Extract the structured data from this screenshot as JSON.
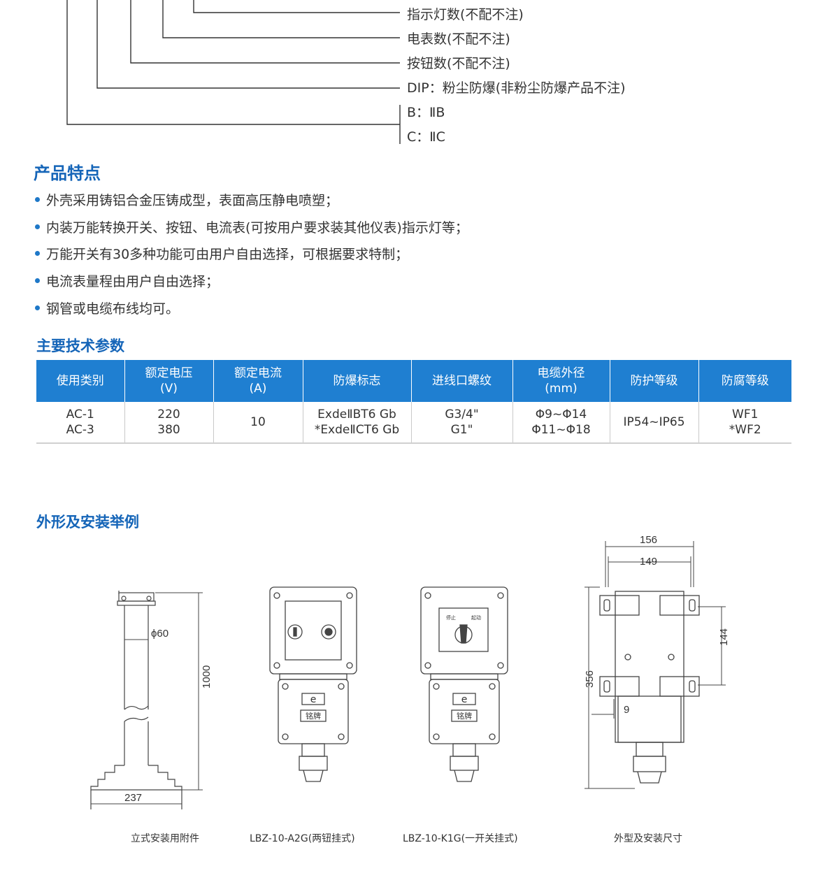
{
  "model_legend": {
    "labels": [
      "指示灯数(不配不注)",
      "电表数(不配不注)",
      "按钮数(不配不注)",
      "DIP：粉尘防爆(非粉尘防爆产品不注)",
      "B：ⅡB",
      "C：ⅡC"
    ]
  },
  "features": {
    "title": "产品特点",
    "items": [
      "外壳采用铸铝合金压铸成型，表面高压静电喷塑；",
      "内装万能转换开关、按钮、电流表(可按用户要求装其他仪表)指示灯等；",
      "万能开关有30多种功能可由用户自由选择，可根据要求特制；",
      "电流表量程由用户自由选择；",
      "钢管或电缆布线均可。"
    ]
  },
  "params": {
    "title": "主要技术参数",
    "headers": [
      [
        "使用类别",
        ""
      ],
      [
        "额定电压",
        "(V)"
      ],
      [
        "额定电流",
        "(A)"
      ],
      [
        "防爆标志",
        ""
      ],
      [
        "进线口螺纹",
        ""
      ],
      [
        "电缆外径",
        "(mm)"
      ],
      [
        "防护等级",
        ""
      ],
      [
        "防腐等级",
        ""
      ]
    ],
    "row": [
      [
        "AC-1",
        "AC-3"
      ],
      [
        "220",
        "380"
      ],
      [
        "10",
        ""
      ],
      [
        "ExdeⅡBT6 Gb",
        "*ExdeⅡCT6 Gb"
      ],
      [
        "G3/4\"",
        "G1\""
      ],
      [
        "Φ9~Φ14",
        "Φ11~Φ18"
      ],
      [
        "IP54~IP65",
        ""
      ],
      [
        "WF1",
        "*WF2"
      ]
    ]
  },
  "install": {
    "title": "外形及安装举例",
    "captions": [
      "立式安装用附件",
      "LBZ-10-A2G(两钮挂式)",
      "LBZ-10-K1G(一开关挂式)",
      "外型及安装尺寸"
    ],
    "dims": {
      "pole_diameter": "ϕ60",
      "pole_height": "1000",
      "base_width": "237",
      "width_outer": "156",
      "width_inner": "149",
      "hole_spacing": "144",
      "height_total": "356",
      "hole_offset": "9"
    },
    "plate_e": "e",
    "plate_nameplate": "铭牌",
    "switch_stop": "停止",
    "switch_start": "起动"
  },
  "colors": {
    "accent": "#1565b8",
    "table_header": "#1f7fd1"
  }
}
